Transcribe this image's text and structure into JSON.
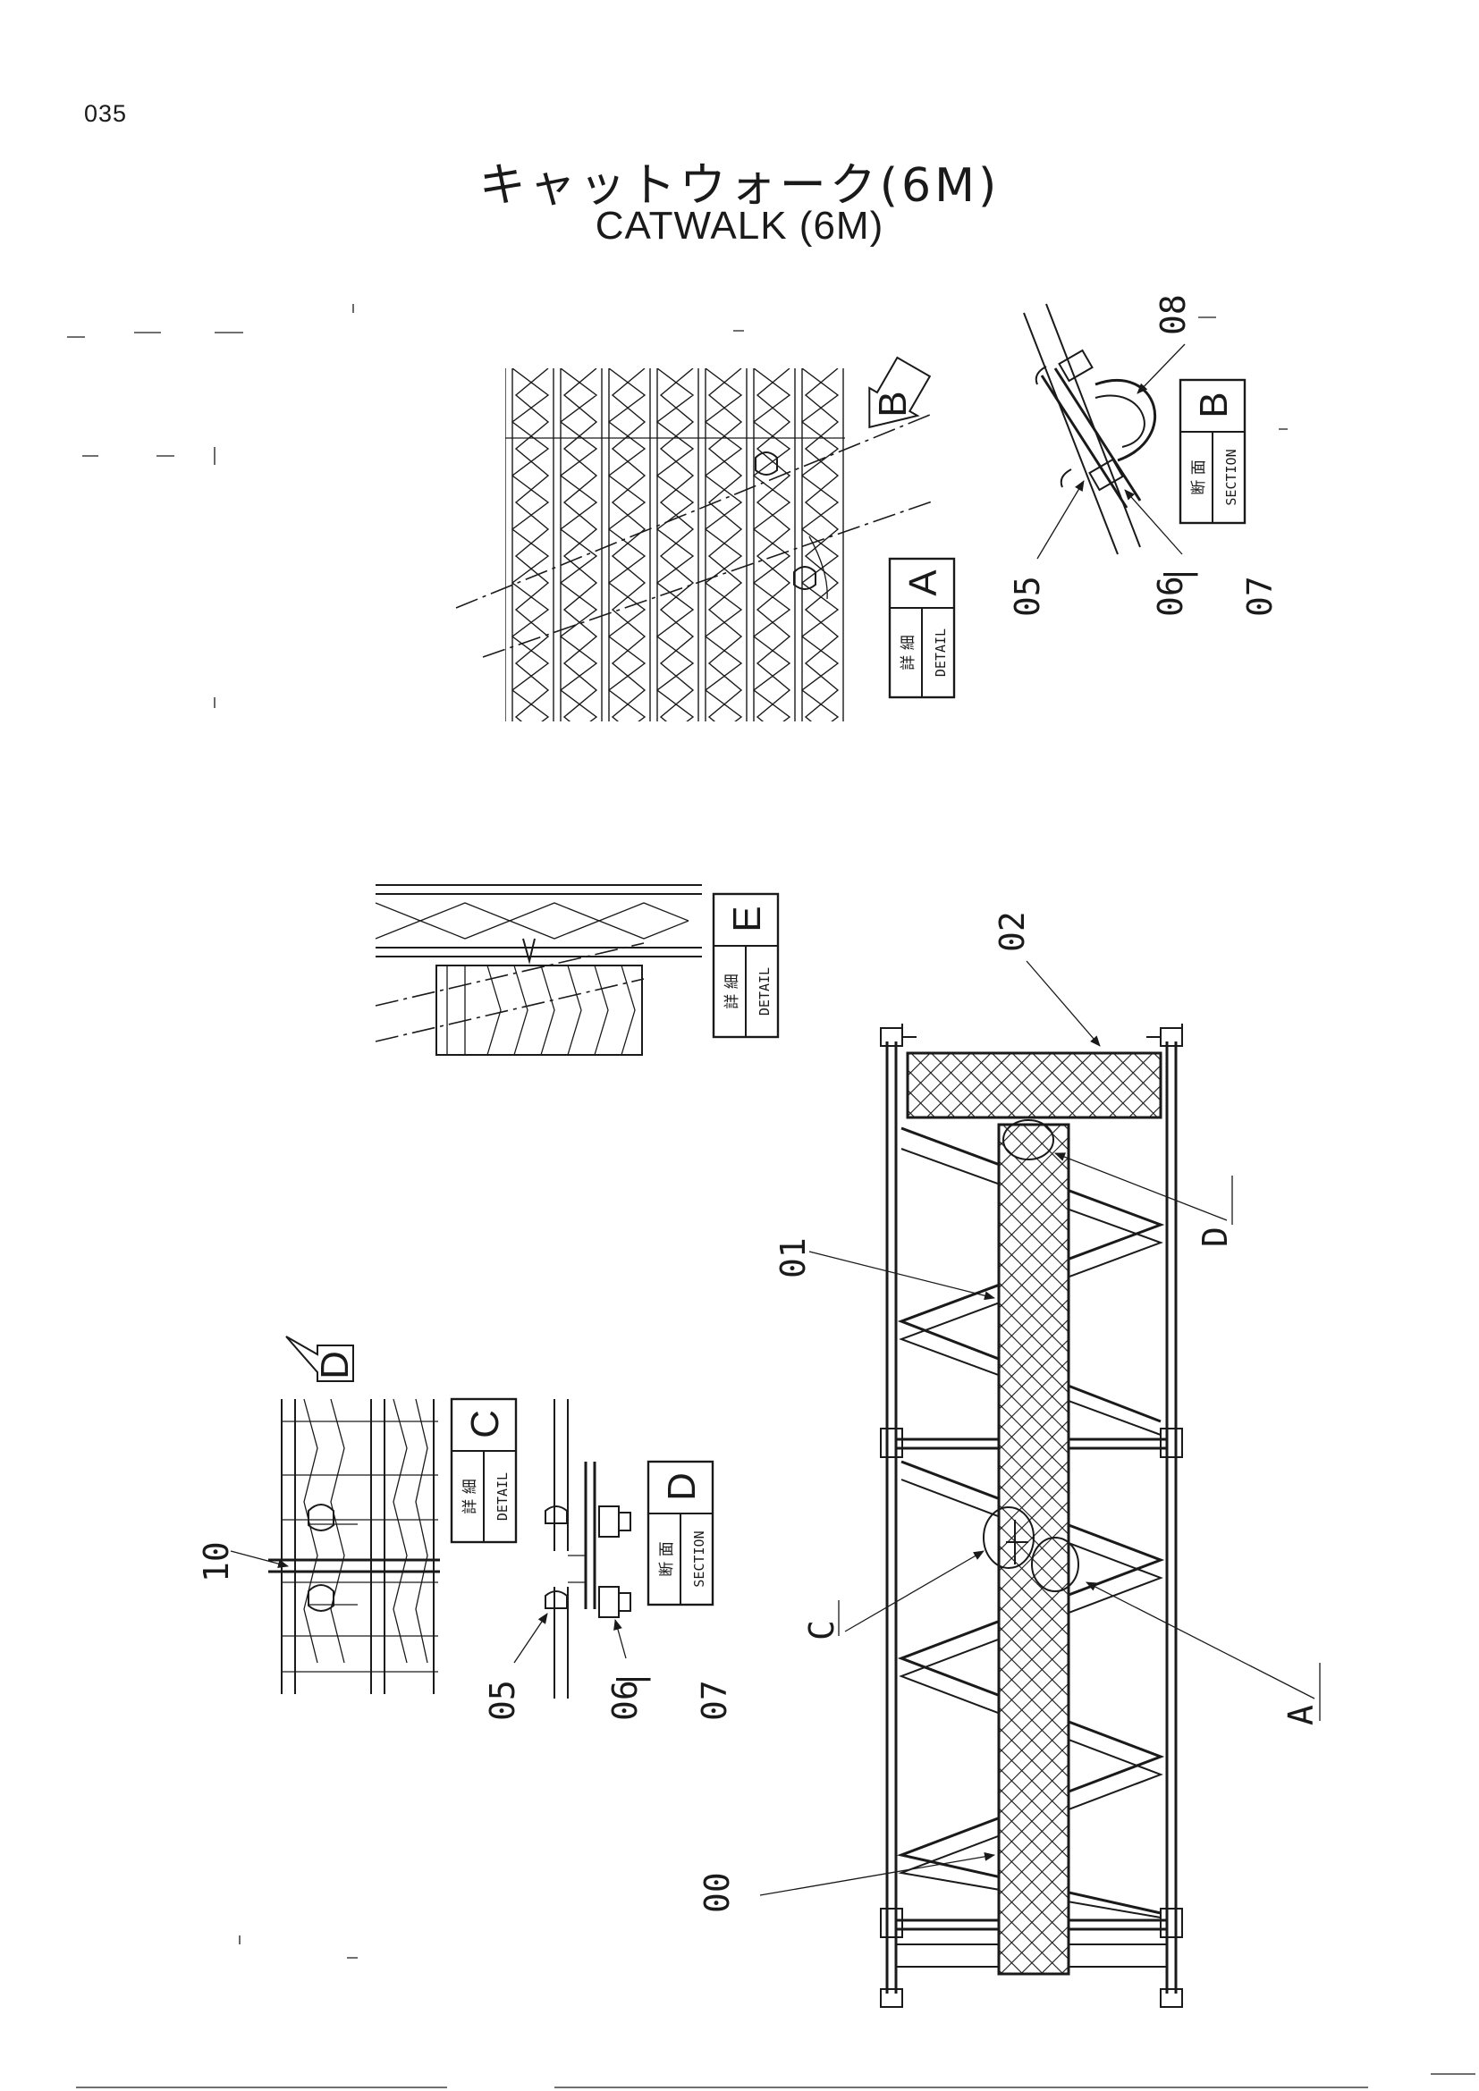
{
  "page_number": "035",
  "title_jp": "キャットウォーク(6M)",
  "title_en": "CATWALK (6M)",
  "detail_labels": {
    "a": {
      "jp": "詳 細",
      "en": "DETAIL",
      "letter": "A"
    },
    "b": {
      "jp": "断 面",
      "en": "SECTION",
      "letter": "B"
    },
    "c": {
      "jp": "詳 細",
      "en": "DETAIL",
      "letter": "C"
    },
    "d": {
      "jp": "断 面",
      "en": "SECTION",
      "letter": "D"
    },
    "e": {
      "jp": "詳 細",
      "en": "DETAIL",
      "letter": "E"
    }
  },
  "view_arrows": {
    "b": "B",
    "d": "D"
  },
  "callouts": {
    "n00": "00",
    "n01": "01",
    "n02": "02",
    "n05_b": "05",
    "n06_b": "06",
    "n07_b": "07",
    "n08": "08",
    "n05_d": "05",
    "n06_d": "06",
    "n07_d": "07",
    "n10": "10",
    "dash_b": "|",
    "dash_d": "|",
    "ref_a": "A",
    "ref_c": "C",
    "ref_d": "D"
  }
}
